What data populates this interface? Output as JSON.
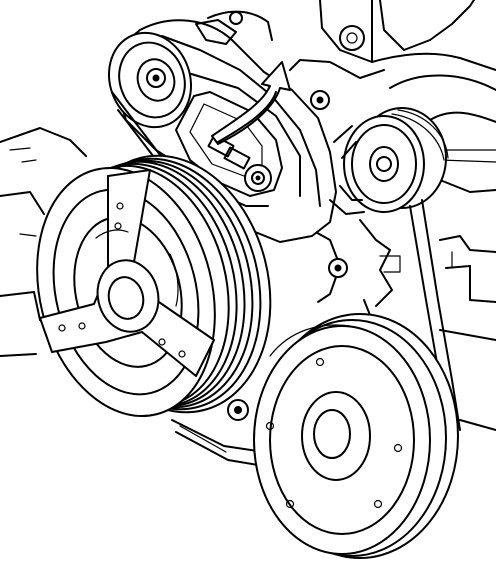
{
  "figure": {
    "type": "line-drawing",
    "subject": "serpentine-drive-belt-tensioner",
    "style": "black-outline-on-white",
    "colors": {
      "line": "#000000",
      "background": "#ffffff"
    }
  },
  "parts": [
    {
      "id": "tensioner",
      "icon": "belt-tensioner-assembly"
    },
    {
      "id": "tensioner-pulley",
      "icon": "idler-pulley"
    },
    {
      "id": "rotation-arrow",
      "icon": "curved-arrow-clockwise"
    },
    {
      "id": "idler-pulley",
      "icon": "grooved-pulley"
    },
    {
      "id": "crankshaft-balancer",
      "icon": "harmonic-balancer"
    },
    {
      "id": "lower-pulley",
      "icon": "accessory-pulley"
    },
    {
      "id": "drive-belt",
      "icon": "serpentine-belt"
    },
    {
      "id": "engine-block",
      "icon": "engine-housing"
    }
  ]
}
